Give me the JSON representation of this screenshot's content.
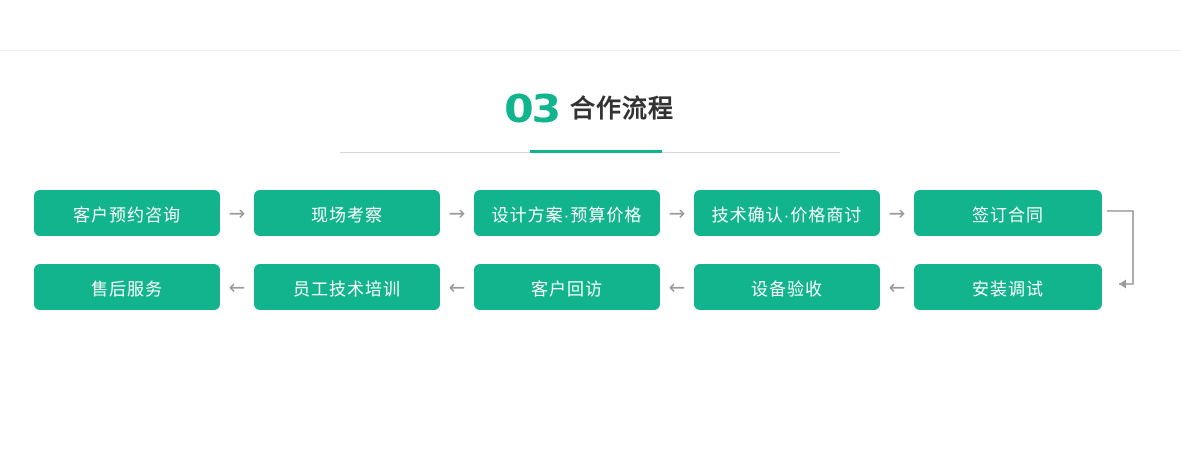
{
  "page": {
    "background_color": "#ffffff",
    "accent_color": "#11b48c",
    "arrow_color": "#9b9b9b",
    "title_color": "#333333",
    "rule_color": "#d8d8d8"
  },
  "heading": {
    "number": "03",
    "title": "合作流程"
  },
  "flow": {
    "row1_direction": "left-to-right",
    "row2_direction": "right-to-left",
    "arrow_right": "→",
    "arrow_left": "←",
    "row1": [
      {
        "label": "客户预约咨询",
        "width": 186
      },
      {
        "label": "现场考察",
        "width": 186
      },
      {
        "label": "设计方案·预算价格",
        "width": 186
      },
      {
        "label": "技术确认·价格商讨",
        "width": 186
      },
      {
        "label": "签订合同",
        "width": 188
      }
    ],
    "row2": [
      {
        "label": "售后服务",
        "width": 186
      },
      {
        "label": "员工技术培训",
        "width": 186
      },
      {
        "label": "客户回访",
        "width": 186
      },
      {
        "label": "设备验收",
        "width": 186
      },
      {
        "label": "安装调试",
        "width": 188
      }
    ]
  }
}
